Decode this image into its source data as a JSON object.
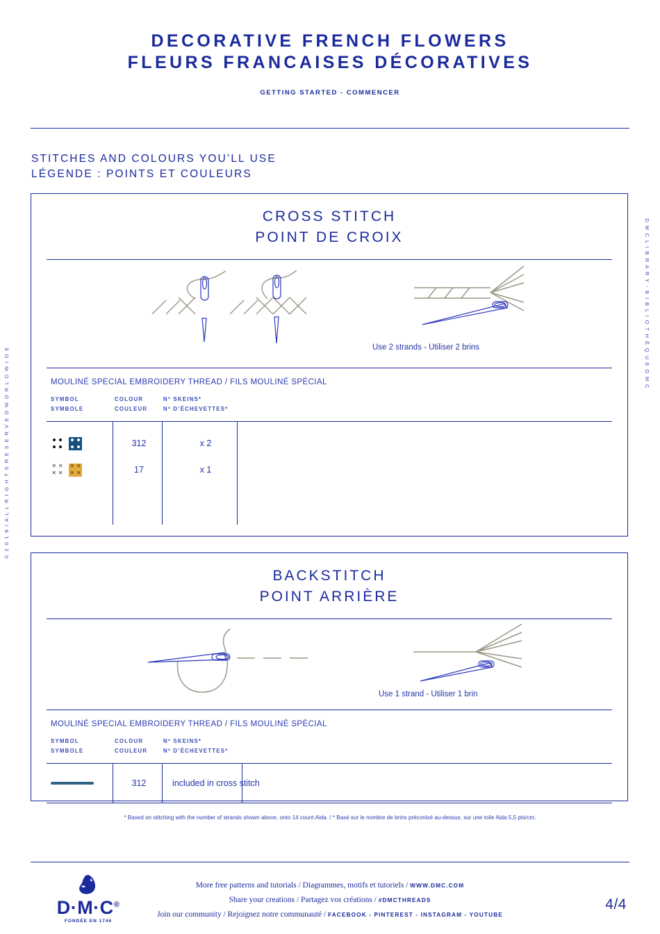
{
  "colors": {
    "brand_blue": "#1a2a9c",
    "accent_blue_312": "#2e6384",
    "accent_gold_17": "#e5a93c",
    "thread_grey": "#9b9686"
  },
  "rails": {
    "left": "© 2 0 1 8  /  A L L  R I G H T S  R E S E R V E D  W O R L D W I D E",
    "right": "D M C  L I B R A R Y  -  B I B L I O T H È Q U E  D M C"
  },
  "header": {
    "title_en": "DECORATIVE FRENCH FLOWERS",
    "title_fr": "FLEURS FRANCAISES DÉCORATIVES",
    "subtitle": "GETTING STARTED - COMMENCER"
  },
  "legend": {
    "heading_en": "STITCHES AND COLOURS YOU’LL USE",
    "heading_fr": "LÉGENDE : POINTS ET COULEURS"
  },
  "cross_stitch": {
    "title_en": "CROSS STITCH",
    "title_fr": "POINT DE CROIX",
    "strand_note": "Use 2 strands - Utiliser 2 brins",
    "thread_title": "MOULINÉ SPECIAL EMBROIDERY THREAD / FILS MOULINÉ SPÉCIAL",
    "columns": {
      "symbol_en": "SYMBOL",
      "symbol_fr": "SYMBOLE",
      "colour_en": "COLOUR",
      "colour_fr": "COULEUR",
      "skeins_en": "Nº SKEINS*",
      "skeins_fr": "Nº D’ÉCHEVETTES*"
    },
    "rows": [
      {
        "symbol": "four-dots",
        "swatch_color": "#15507f",
        "glyph_color": "#ffffff",
        "colour": "312",
        "skeins": "x 2"
      },
      {
        "symbol": "four-x",
        "swatch_color": "#e5a93c",
        "glyph_color": "#4a3708",
        "colour": "17",
        "skeins": "x 1"
      }
    ]
  },
  "backstitch": {
    "title_en": "BACKSTITCH",
    "title_fr": "POINT ARRIÈRE",
    "strand_note": "Use 1 strand - Utiliser 1 brin",
    "thread_title": "MOULINÉ SPECIAL EMBROIDERY THREAD / FILS MOULINÉ SPÉCIAL",
    "columns": {
      "symbol_en": "SYMBOL",
      "symbol_fr": "SYMBOLE",
      "colour_en": "COLOUR",
      "colour_fr": "COULEUR",
      "skeins_en": "Nº SKEINS*",
      "skeins_fr": "Nº D’ÉCHEVETTES*"
    },
    "rows": [
      {
        "symbol": "solid-line",
        "swatch_color": "#2e6384",
        "colour": "312",
        "skeins": "included in cross stitch"
      }
    ]
  },
  "footnote": "* Based on stitching with the number of strands shown above, onto 14 count Aida. / * Basé sur le nombre de brins préconisé au-dessus, sur une toile Aida 5,5 pts/cm.",
  "footer": {
    "logo_word": "D·M·C",
    "logo_tagline": "FONDÉE EN 1746",
    "row1_text": "More free patterns and tutorials  /  Diagrammes, motifs et tutoriels  / ",
    "row1_caps": "WWW.DMC.COM",
    "row2_text": "Share your creations  /  Partagez vos créations  / ",
    "row2_caps": "#DMCTHREADS",
    "row3_text": "Join our community  /  Rejoignez notre communauté  / ",
    "row3_caps": "FACEBOOK - PINTEREST - INSTAGRAM - YOUTUBE",
    "page_number": "4/4"
  }
}
